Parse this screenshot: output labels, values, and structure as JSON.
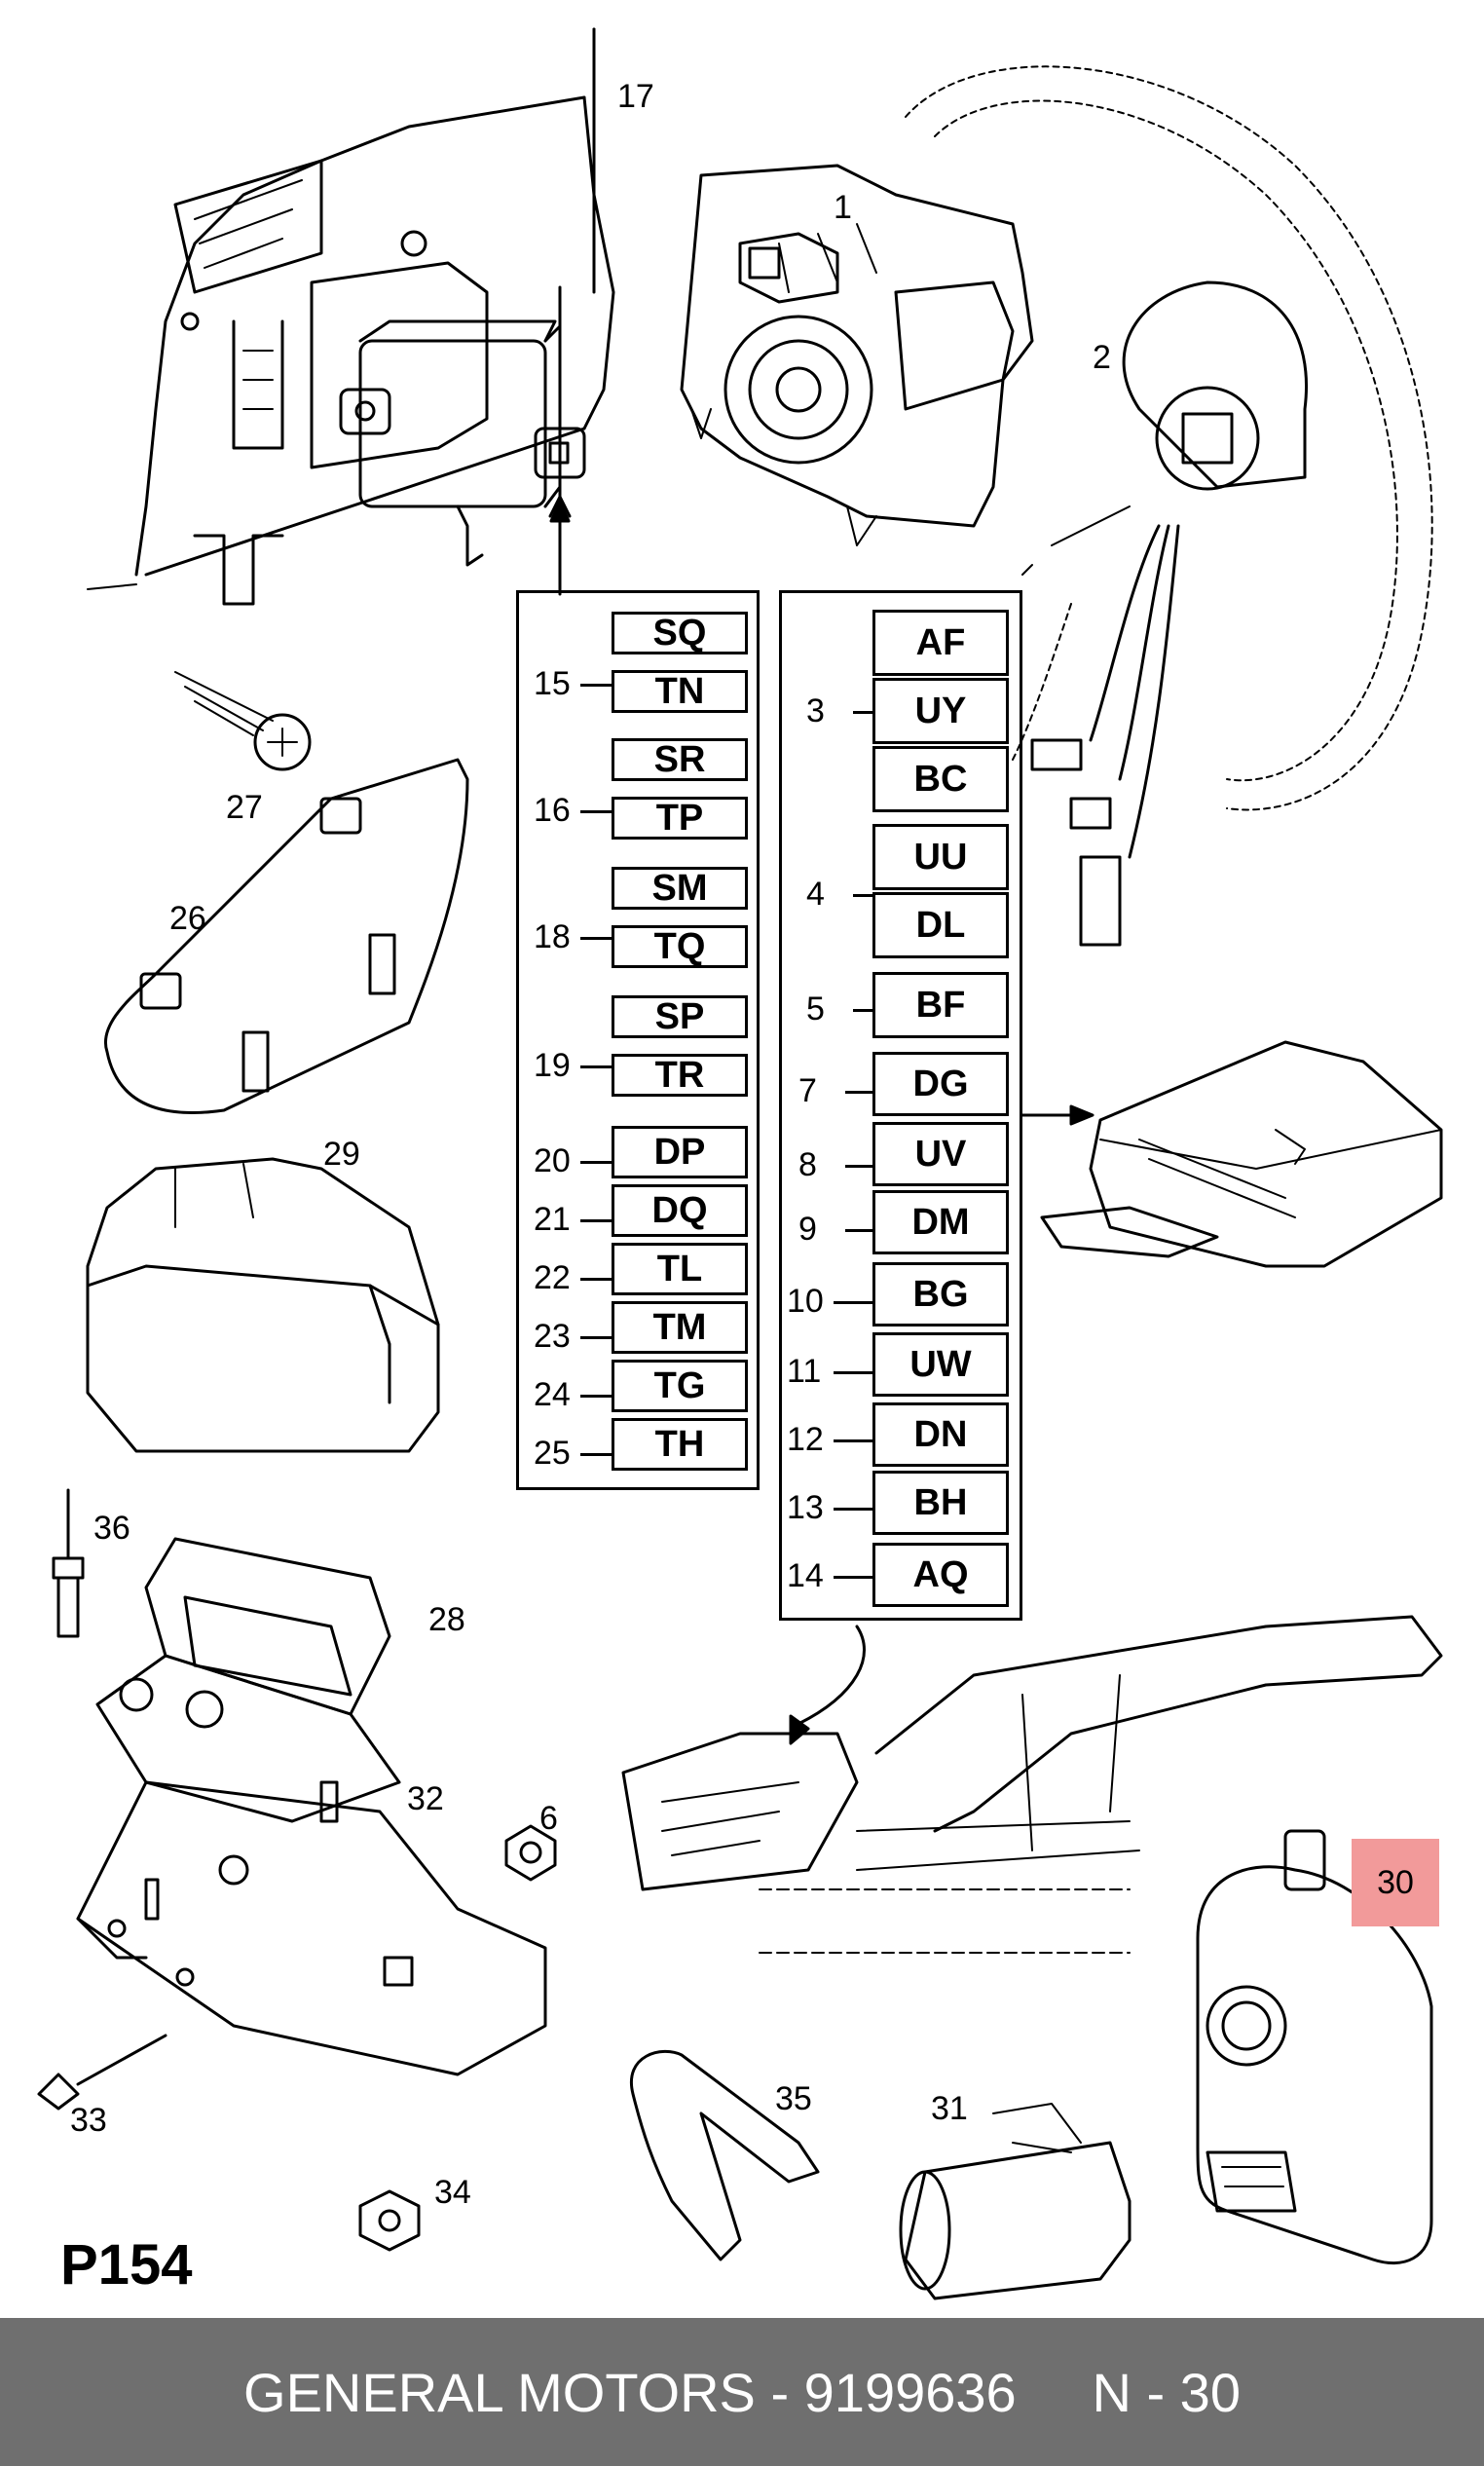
{
  "page_label": "P154",
  "footer": {
    "brand_part": "GENERAL MOTORS - 9199636",
    "ref": "N - 30"
  },
  "highlight_callout": "30",
  "left_table": [
    {
      "callout": "15",
      "codes": [
        "SQ",
        "TN"
      ]
    },
    {
      "callout": "16",
      "codes": [
        "SR",
        "TP"
      ]
    },
    {
      "callout": "18",
      "codes": [
        "SM",
        "TQ"
      ]
    },
    {
      "callout": "19",
      "codes": [
        "SP",
        "TR"
      ]
    },
    {
      "callout": "20",
      "codes": [
        "DP"
      ]
    },
    {
      "callout": "21",
      "codes": [
        "DQ"
      ]
    },
    {
      "callout": "22",
      "codes": [
        "TL"
      ]
    },
    {
      "callout": "23",
      "codes": [
        "TM"
      ]
    },
    {
      "callout": "24",
      "codes": [
        "TG"
      ]
    },
    {
      "callout": "25",
      "codes": [
        "TH"
      ]
    }
  ],
  "right_table": [
    {
      "callout": "3",
      "codes": [
        "AF",
        "UY",
        "BC"
      ]
    },
    {
      "callout": "4",
      "codes": [
        "UU",
        "DL"
      ]
    },
    {
      "callout": "5",
      "codes": [
        "BF"
      ]
    },
    {
      "callout": "7",
      "codes": [
        "DG"
      ]
    },
    {
      "callout": "8",
      "codes": [
        "UV"
      ]
    },
    {
      "callout": "9",
      "codes": [
        "DM"
      ]
    },
    {
      "callout": "10",
      "codes": [
        "BG"
      ]
    },
    {
      "callout": "11",
      "codes": [
        "UW"
      ]
    },
    {
      "callout": "12",
      "codes": [
        "DN"
      ]
    },
    {
      "callout": "13",
      "codes": [
        "BH"
      ]
    },
    {
      "callout": "14",
      "codes": [
        "AQ"
      ]
    }
  ],
  "part_callouts": [
    "17",
    "1",
    "2",
    "27",
    "26",
    "29",
    "36",
    "28",
    "32",
    "6",
    "33",
    "34",
    "35",
    "31"
  ]
}
